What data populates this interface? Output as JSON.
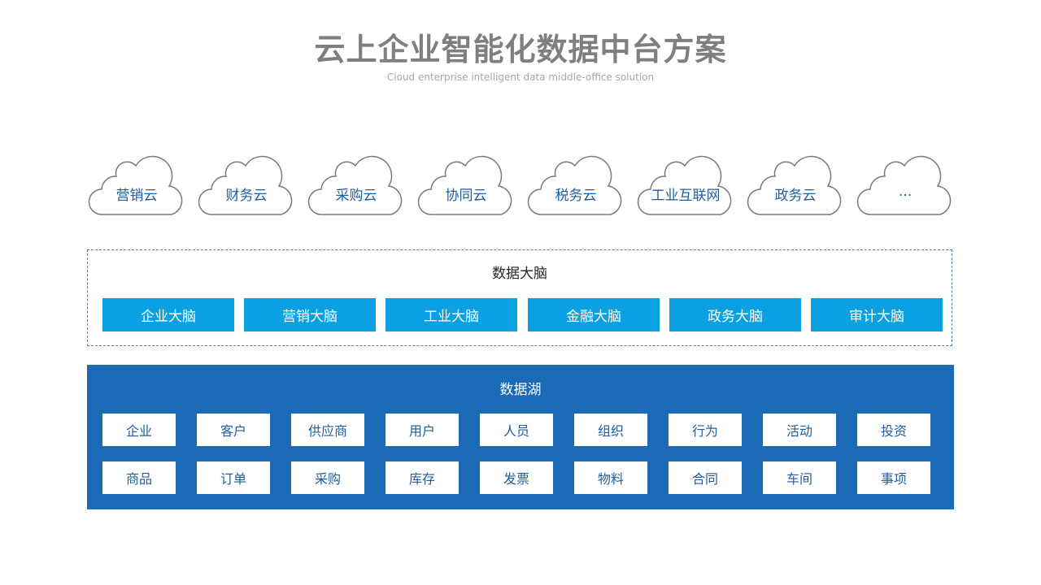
{
  "header": {
    "title": "云上企业智能化数据中台方案",
    "subtitle": "Cloud enterprise intelligent data middle-office solution"
  },
  "clouds": [
    "营销云",
    "财务云",
    "采购云",
    "协同云",
    "税务云",
    "工业互联网",
    "政务云",
    "..."
  ],
  "brain": {
    "title": "数据大脑",
    "items": [
      "企业大脑",
      "营销大脑",
      "工业大脑",
      "金融大脑",
      "政务大脑",
      "审计大脑"
    ]
  },
  "lake": {
    "title": "数据湖",
    "rows": [
      [
        "企业",
        "客户",
        "供应商",
        "用户",
        "人员",
        "组织",
        "行为",
        "活动",
        "投资"
      ],
      [
        "商品",
        "订单",
        "采购",
        "库存",
        "发票",
        "物料",
        "合同",
        "车间",
        "事项"
      ]
    ]
  },
  "colors": {
    "title": "#7f7f7f",
    "cloud_stroke": "#7a7a7a",
    "cloud_text": "#1f5e9e",
    "brain_button": "#0aa0e2",
    "brain_border": "#4a7fb5",
    "lake_background": "#1b6ab8"
  }
}
